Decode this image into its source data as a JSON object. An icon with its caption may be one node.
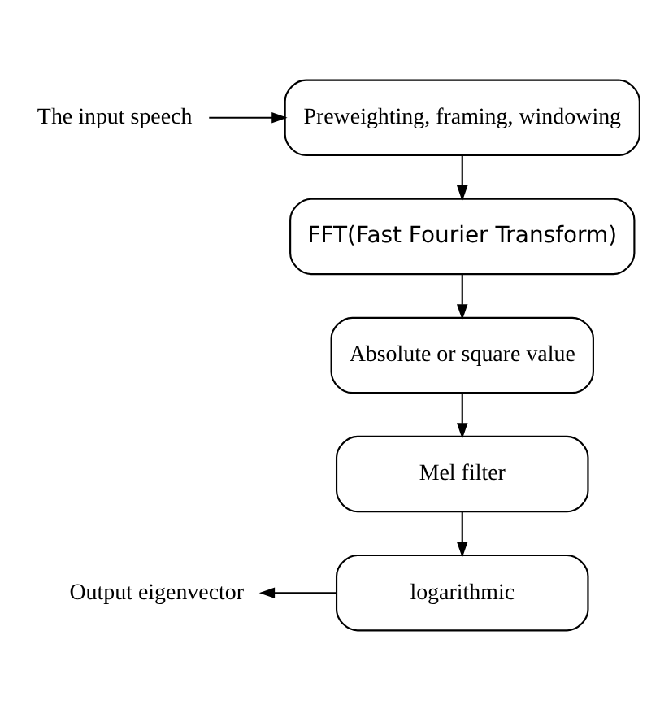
{
  "diagram": {
    "nodes": [
      {
        "text": [
          "The input speech"
        ]
      },
      {
        "text": [
          "Preweighting, framing, windowing"
        ]
      },
      {
        "text": [
          "FFT(Fast Fourier Transform)"
        ]
      },
      {
        "text": [
          "Absolute or square value"
        ]
      },
      {
        "text": [
          "Mel filter"
        ]
      },
      {
        "text": [
          "logarithmic"
        ]
      },
      {
        "text": [
          "Output eigenvector"
        ]
      }
    ],
    "edges": [
      {
        "from": 0,
        "to": 1,
        "arrow": "to"
      },
      {
        "from": 1,
        "to": 2,
        "arrow": "to"
      },
      {
        "from": 2,
        "to": 3,
        "arrow": "to"
      },
      {
        "from": 3,
        "to": 4,
        "arrow": "to"
      },
      {
        "from": 4,
        "to": 5,
        "arrow": "to"
      },
      {
        "from": 5,
        "to": 6,
        "arrow": "to"
      }
    ]
  }
}
